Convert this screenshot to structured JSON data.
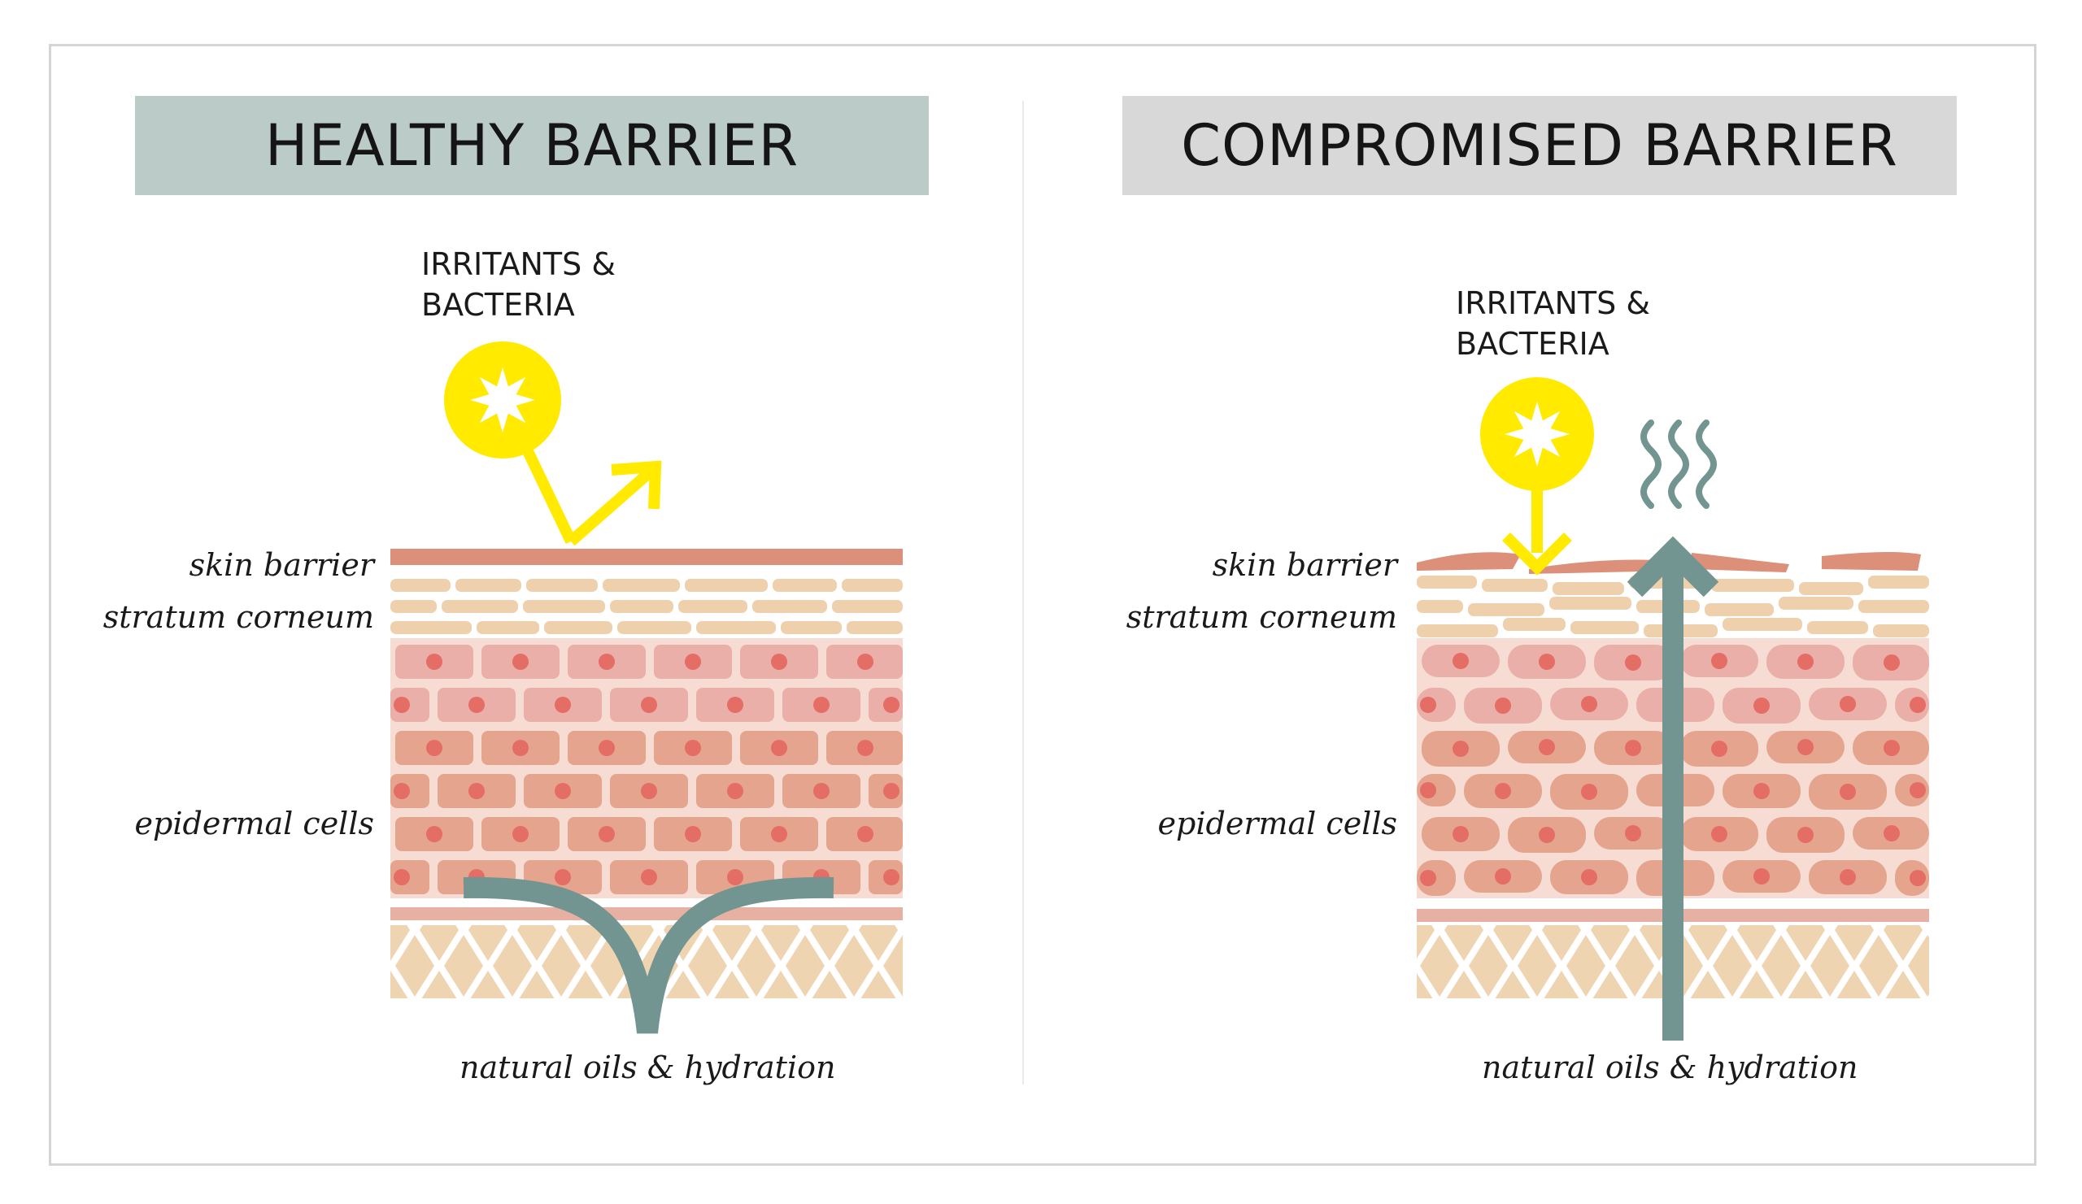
{
  "panels": [
    {
      "id": "healthy",
      "title": "HEALTHY BARRIER",
      "threat_label_line1": "IRRITANTS &",
      "threat_label_line2": "BACTERIA",
      "labels": {
        "skin_barrier": "skin barrier",
        "stratum_corneum": "stratum corneum",
        "epidermal_cells": "epidermal cells",
        "bottom": "natural oils & hydration"
      },
      "colors": {
        "banner": "#bbcbc8"
      }
    },
    {
      "id": "compromised",
      "title": "COMPROMISED BARRIER",
      "threat_label_line1": "IRRITANTS &",
      "threat_label_line2": "BACTERIA",
      "labels": {
        "skin_barrier": "skin barrier",
        "stratum_corneum": "stratum corneum",
        "epidermal_cells": "epidermal cells",
        "bottom": "natural oils & hydration"
      },
      "colors": {
        "banner": "#d8d8d8"
      }
    }
  ],
  "colors": {
    "irritant_yellow": "#ffea00",
    "barrier": "#dc907a",
    "corneum": "#efd0ad",
    "cell_pink": "#eaafa8",
    "cell_salmon": "#e4a48e",
    "nucleus": "#e46d66",
    "epidermis_bg": "#f6dcd2",
    "dermis": "#efd4b2",
    "oil_arrow": "#739591"
  },
  "icons": {
    "irritant": "burst-star-icon",
    "evaporation": "wavy-lines-icon"
  }
}
